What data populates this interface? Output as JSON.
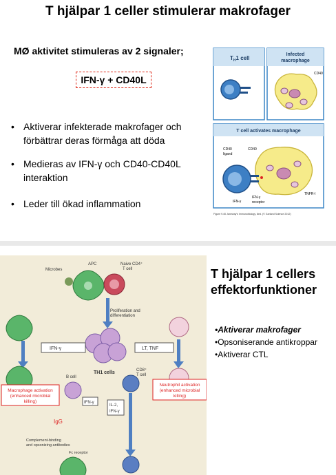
{
  "slide1": {
    "title": "T hjälpar 1 celler stimulerar makrofager",
    "subtitle": "MØ aktivitet stimuleras av  2 signaler;",
    "signals": "IFN-γ + CD40L",
    "bullets": [
      "Aktiverar infekterade makrofager och förbättrar deras förmåga att döda",
      "Medieras av IFN-γ och CD40-CD40L interaktion",
      "Leder till ökad inflammation"
    ],
    "figure": {
      "th1_label": "T",
      "th1_sub": "H",
      "th1_suffix": "1 cell",
      "infected_label_1": "Infected",
      "infected_label_2": "macrophage",
      "cd40_top": "CD40",
      "activates": "T cell activates macrophage",
      "cd40_ligand_1": "CD40",
      "cd40_ligand_2": "ligand",
      "cd40_mid": "CD40",
      "tnfr": "TNFR-I",
      "ifn_left": "IFN-γ",
      "ifn_receptor_1": "IFN-γ",
      "ifn_receptor_2": "receptor",
      "caption": "Figure 9.40  Janeway's Immunobiology, 8ed. (© Garland Science 2012)"
    }
  },
  "slide2": {
    "title_line1": "T hjälpar 1 cellers",
    "title_line2": "effektorfunktioner",
    "bullets": [
      "•Aktiverar makrofager",
      "•Opsoniserande antikroppar",
      "•Aktiverar CTL"
    ],
    "figure": {
      "microbes": "Microbes",
      "apc": "APC",
      "naive_1": "Naive CD4⁺",
      "naive_2": "T cell",
      "prolif_1": "Proliferation and",
      "prolif_2": "differentiation",
      "ifn_box": "IFN-γ",
      "lt_tnf": "LT, TNF",
      "th1_cells": "TH1 cells",
      "bcell": "B cell",
      "cd8_1": "CD8⁺",
      "cd8_2": "T cell",
      "ifn_box2": "IFN-γ",
      "il2_1": "IL-2,",
      "il2_2": "IFN-γ",
      "igg": "IgG",
      "complement_1": "Complement-binding",
      "complement_2": "and opsonizing antibodies",
      "fc": "Fc receptor",
      "macro_act_1": "Macrophage activation",
      "macro_act_2": "(enhanced microbial",
      "macro_act_3": "killing)",
      "neut_act_1": "Neutrophil activation",
      "neut_act_2": "(enhanced microbial",
      "neut_act_3": "killing)"
    }
  },
  "colors": {
    "blue_frame": "#3b86c6",
    "light_blue": "#cfe3f3",
    "red_border": "#d22222",
    "green_cell": "#5ab56a",
    "pink_cell": "#c94a5c",
    "purple_cell": "#7b5ca6",
    "fig_bg": "#f2ecd9"
  }
}
